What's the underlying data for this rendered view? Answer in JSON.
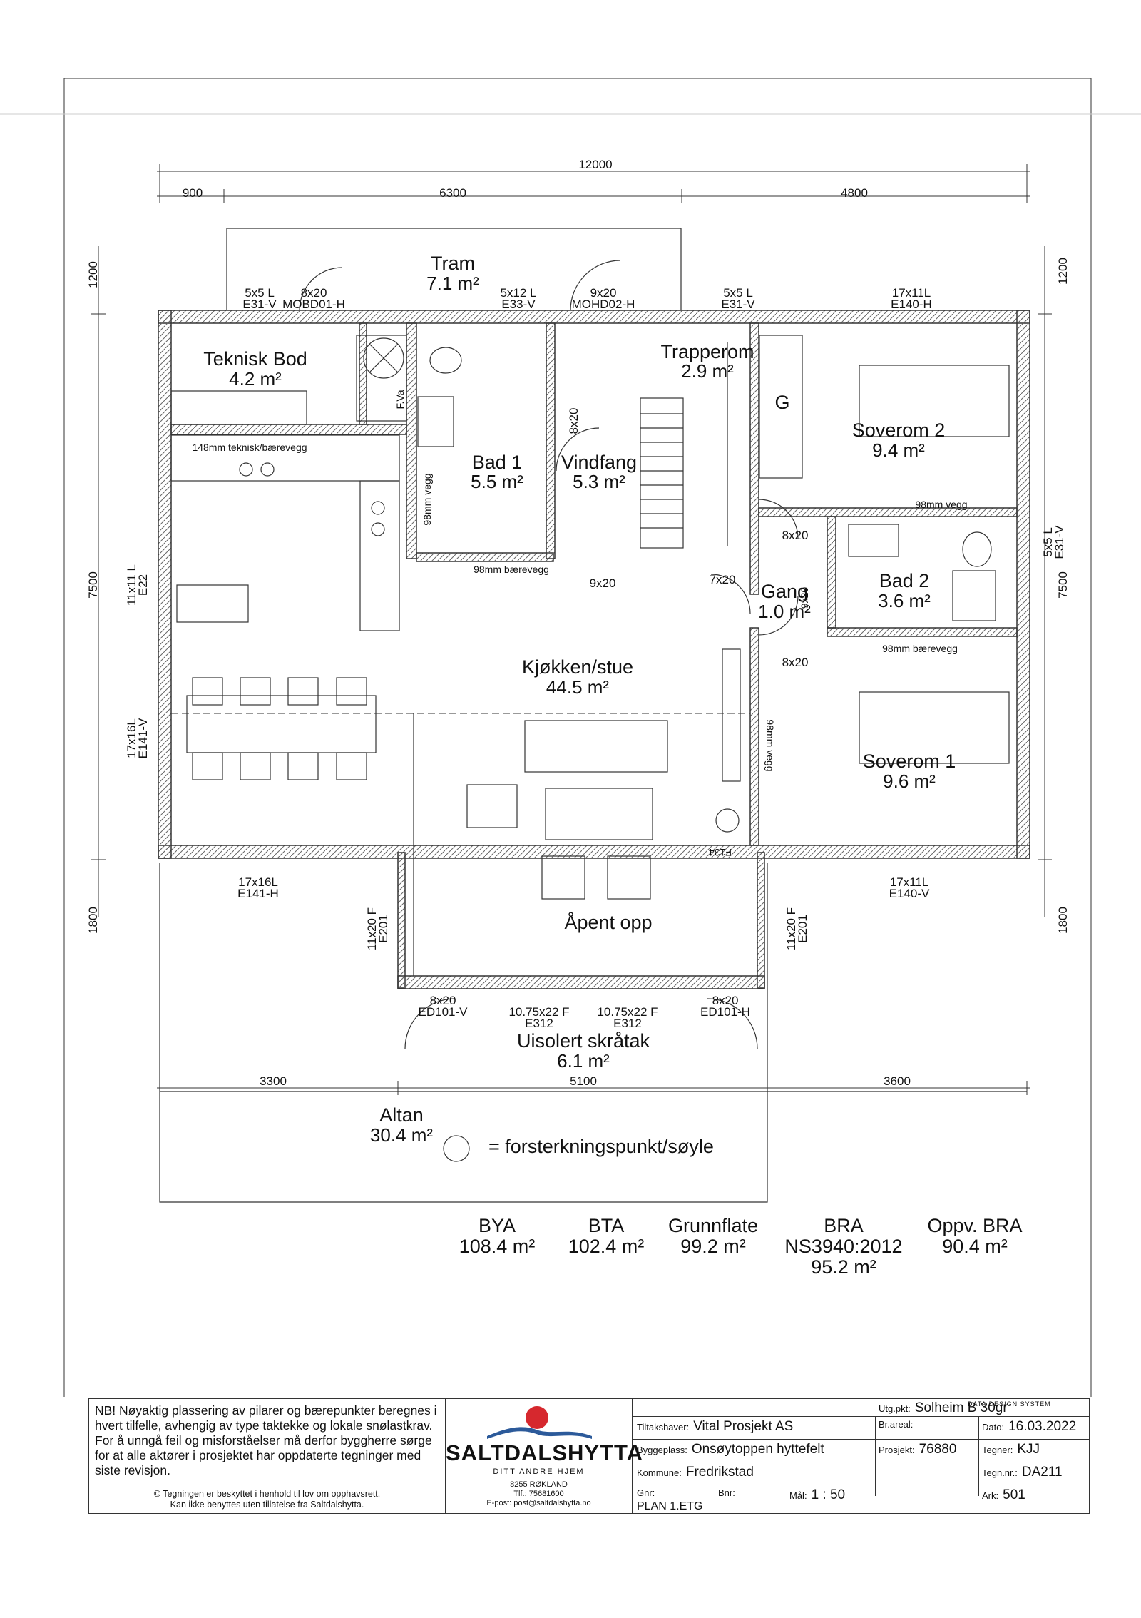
{
  "dimensions": {
    "total_width": "12000",
    "top_segments": [
      "900",
      "6300",
      "4800"
    ],
    "bottom_segments": [
      "3300",
      "5100",
      "3600"
    ],
    "left": [
      "1200",
      "7500",
      "1800"
    ],
    "right": [
      "1200",
      "7500",
      "1800"
    ]
  },
  "rooms": {
    "tram": {
      "name": "Tram",
      "area": "7.1 m²"
    },
    "teknisk_bod": {
      "name": "Teknisk Bod",
      "area": "4.2 m²"
    },
    "bad1": {
      "name": "Bad  1",
      "area": "5.5 m²"
    },
    "vindfang": {
      "name": "Vindfang",
      "area": "5.3 m²"
    },
    "trapperom": {
      "name": "Trapperom",
      "area": "2.9 m²"
    },
    "soverom2": {
      "name": "Soverom 2",
      "area": "9.4 m²"
    },
    "gang": {
      "name": "Gang",
      "area": "1.0 m²"
    },
    "bad2": {
      "name": "Bad 2",
      "area": "3.6 m²"
    },
    "kjokken": {
      "name": "Kjøkken/stue",
      "area": "44.5 m²"
    },
    "soverom1": {
      "name": "Soverom 1",
      "area": "9.6 m²"
    },
    "apent": {
      "name": "Åpent opp"
    },
    "uisolert": {
      "name": "Uisolert skråtak",
      "area": "6.1 m²"
    },
    "altan": {
      "name": "Altan",
      "area": "30.4 m²"
    }
  },
  "labels": {
    "w1_size": "5x5 L",
    "w1_code": "E31-V",
    "d1_size": "8x20",
    "d1_code": "MOBD01-H",
    "w2_size": "5x12 L",
    "w2_code": "E33-V",
    "d2_size": "9x20",
    "d2_code": "MOHD02-H",
    "w3_size": "5x5 L",
    "w3_code": "E31-V",
    "w4_size": "17x11L",
    "w4_code": "E140-H",
    "wall_teknisk": "148mm teknisk/bærevegg",
    "fva": "F.Va",
    "wall_98_bad1": "98mm vegg",
    "door_vindfang": "8x20",
    "stair_g": "G",
    "wall_98_sov2": "98mm vegg",
    "door_sov2": "8x20",
    "w_right_size": "5x5 L",
    "w_right_code": "E31-V",
    "wall_98_bare": "98mm bærevegg",
    "door_9x20": "9x20",
    "door_7x20": "7x20",
    "door_gang": "9x20",
    "wall_98_bare2": "98mm bærevegg",
    "door_sov1": "8x20",
    "wall_98_vert": "98mm vegg",
    "w_left1_size": "11x11 L",
    "w_left1_code": "E22",
    "w_left2_size": "17x16L",
    "w_left2_code": "E141-V",
    "w_bl_size": "17x16L",
    "w_bl_code": "E141-H",
    "w_br_size": "17x11L",
    "w_br_code": "E140-V",
    "w_ml_size": "11x20 F",
    "w_ml_code": "E201",
    "w_mr_size": "11x20 F",
    "w_mr_code": "E201",
    "d_bl_size": "8x20",
    "d_bl_code": "ED101-V",
    "w_bm1_size": "10.75x22 F",
    "w_bm1_code": "E312",
    "w_bm2_size": "10.75x22 F",
    "w_bm2_code": "E312",
    "d_br_size": "8x20",
    "d_br_code": "ED101-H",
    "fireplace": "F134",
    "legend": "= forsterkningspunkt/søyle"
  },
  "summary": [
    {
      "label": "BYA",
      "value": "108.4 m²"
    },
    {
      "label": "BTA",
      "value": "102.4 m²"
    },
    {
      "label": "Grunnflate",
      "value": "99.2 m²"
    },
    {
      "label": "BRA",
      "sub": "NS3940:2012",
      "value": "95.2 m²"
    },
    {
      "label": "Oppv. BRA",
      "value": "90.4 m²"
    }
  ],
  "note": {
    "p1": "NB! Nøyaktig plassering av pilarer og bærepunkter beregnes i hvert tilfelle, avhengig av type taktekke og lokale snølastkrav.",
    "p2": "For å unngå feil og misforståelser må derfor byggherre sørge for at alle aktører i prosjektet har oppdaterte tegninger med siste revisjon.",
    "copy1": "© Tegningen er beskyttet i henhold til lov om opphavsrett.",
    "copy2": "Kan ikke benyttes uten tillatelse fra Saltdalshytta."
  },
  "company": {
    "name": "SALTDALSHYTTA",
    "slogan": "DITT ANDRE HJEM",
    "address": "8255 RØKLAND",
    "phone": "Tlf.: 75681600",
    "email": "E-post: post@saltdalshytta.no",
    "colors": {
      "sun": "#d6282e",
      "mountain": "#2c5a9a"
    }
  },
  "project": {
    "tiltakshaver_label": "Tiltakshaver:",
    "tiltakshaver": "Vital Prosjekt AS",
    "utgpkt_label": "Utg.pkt:",
    "utgpkt": "Solheim B 30gr",
    "byggeplass_label": "Byggeplass:",
    "byggeplass": "Onsøytoppen hyttefelt",
    "brareal_label": "Br.areal:",
    "dato_label": "Dato:",
    "dato": "16.03.2022",
    "kommune_label": "Kommune:",
    "kommune": "Fredrikstad",
    "prosjekt_label": "Prosjekt:",
    "prosjekt": "76880",
    "tegner_label": "Tegner:",
    "tegner": "KJJ",
    "tegnnr_label": "Tegn.nr.:",
    "tegnnr": "DA211",
    "gnr_label": "Gnr:",
    "bnr_label": "Bnr:",
    "mal_label": "Mål:",
    "mal": "1 :   50",
    "ark_label": "Ark:",
    "ark": "501",
    "plan": "PLAN 1.ETG",
    "software": "DATA DESIGN SYSTEM"
  }
}
